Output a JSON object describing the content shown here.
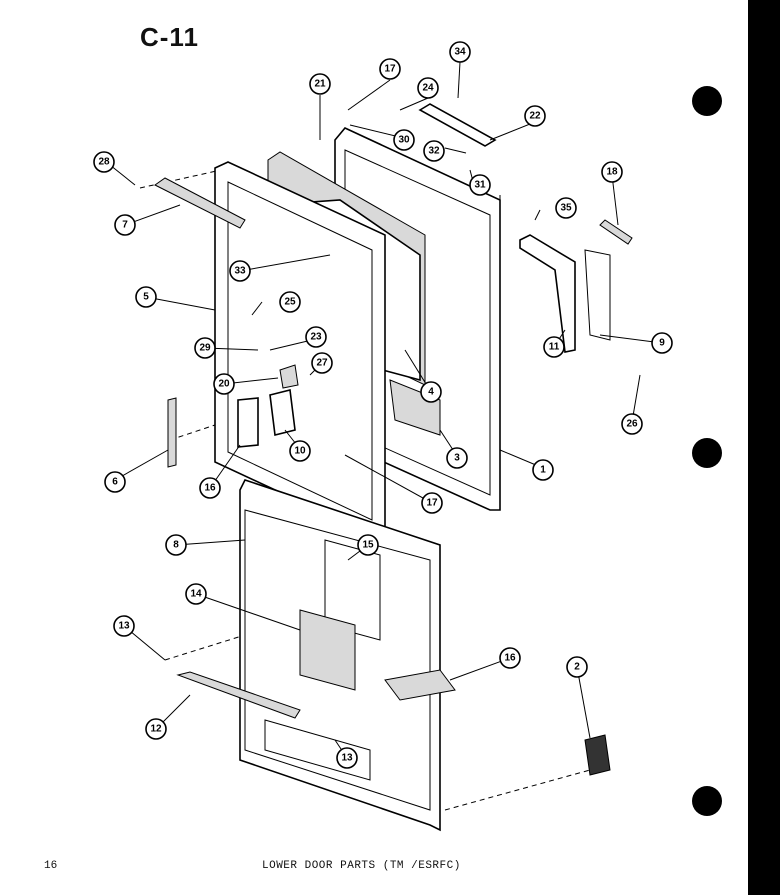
{
  "page": {
    "title": "C-11",
    "number": "16",
    "caption": "LOWER DOOR PARTS (TM /ESRFC)"
  },
  "callouts": [
    "21",
    "17",
    "34",
    "24",
    "22",
    "30",
    "32",
    "31",
    "18",
    "28",
    "7",
    "35",
    "33",
    "5",
    "25",
    "11",
    "9",
    "23",
    "29",
    "27",
    "4",
    "20",
    "26",
    "6",
    "16",
    "10",
    "3",
    "1",
    "17",
    "8",
    "15",
    "14",
    "13",
    "16",
    "2",
    "12",
    "13"
  ]
}
